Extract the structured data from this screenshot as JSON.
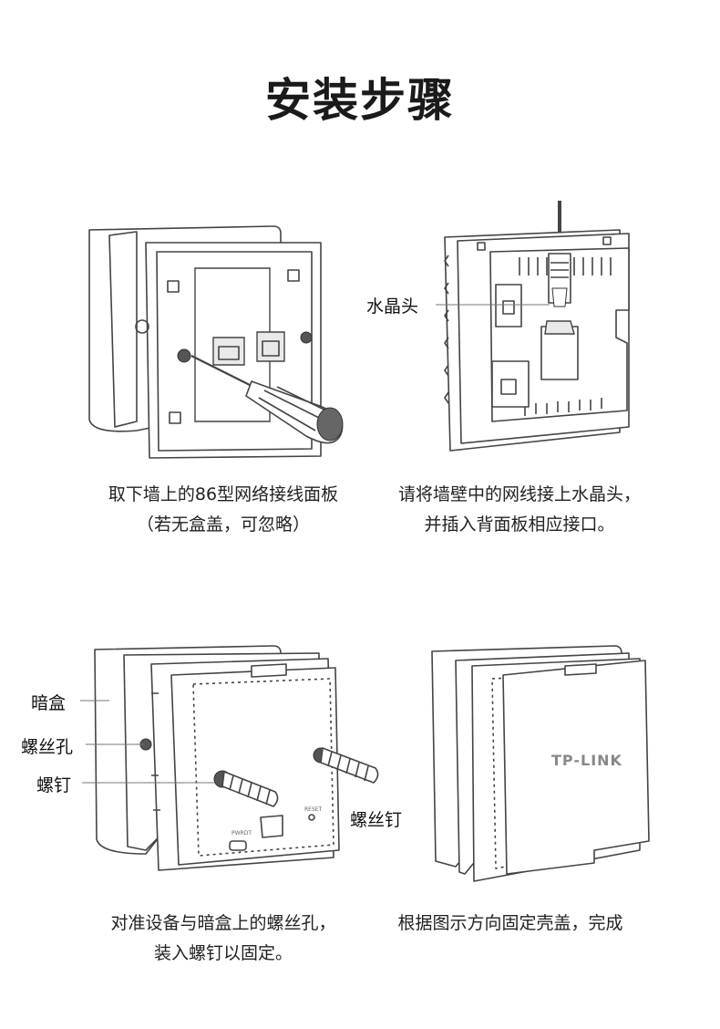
{
  "page_title": "安装步骤",
  "steps": [
    {
      "lines": [
        "取下墙上的86型网络接线面板",
        "（若无盒盖，可忽略）"
      ]
    },
    {
      "lines": [
        "请将墙壁中的网线接上水晶头，",
        "并插入背面板相应接口。"
      ]
    },
    {
      "lines": [
        "对准设备与暗盒上的螺丝孔，",
        "装入螺钉以固定。"
      ]
    },
    {
      "lines": [
        "根据图示方向固定壳盖，完成",
        ""
      ]
    }
  ],
  "callouts": {
    "rj45": "水晶头",
    "back_box": "暗盒",
    "screw_hole": "螺丝孔",
    "screw": "螺钉",
    "screw_long": "螺丝钉"
  },
  "labels": {
    "brand": "TP-LINK",
    "reset": "RESET",
    "port_label": "PWRDT"
  }
}
